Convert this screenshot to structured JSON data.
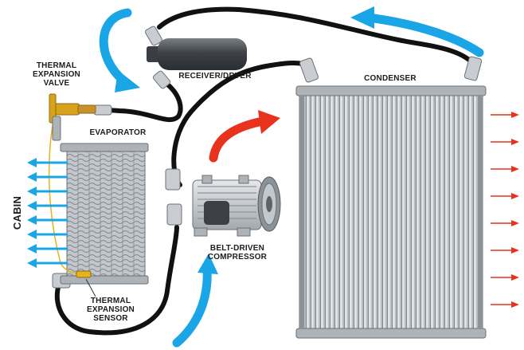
{
  "labels": {
    "thermal_expansion_valve": [
      "THERMAL",
      "EXPANSION",
      "VALVE"
    ],
    "receiver_dryer": "RECEIVER/DRYER",
    "condenser": "CONDENSER",
    "evaporator": "EVAPORATOR",
    "compressor": [
      "BELT-DRIVEN",
      "COMPRESSOR"
    ],
    "thermal_expansion_sensor": [
      "THERMAL",
      "EXPANSION",
      "SENSOR"
    ],
    "cabin": "CABIN"
  },
  "colors": {
    "hose": "#111111",
    "cold_air": "#1aa6e6",
    "hot_air": "#e8321e",
    "metal_fitting": "#c9cdd1",
    "valve_brass": "#d9a21b",
    "sensor_line": "#e8b21c"
  },
  "icons": [
    "cold-airflow-arrow-icon",
    "hot-airflow-arrow-icon",
    "compressor-pulley-icon"
  ]
}
